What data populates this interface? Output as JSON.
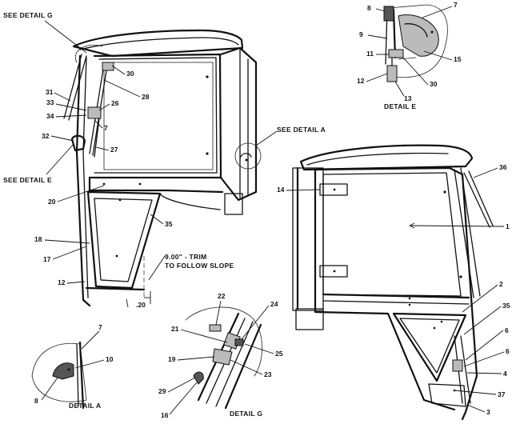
{
  "captions": {
    "see_detail_g": "SEE DETAIL  G",
    "see_detail_e": "SEE DETAIL  E",
    "see_detail_a": "SEE DETAIL  A",
    "detail_e": "DETAIL  E",
    "detail_a": "DETAIL  A",
    "detail_g": "DETAIL  G",
    "trim_line1": "9.00\" - TRIM",
    "trim_line2": "TO FOLLOW SLOPE",
    "dimension": ".20"
  },
  "callouts": {
    "c31": "31",
    "c30": "30",
    "c28": "28",
    "c33": "33",
    "c26": "26",
    "c34": "34",
    "c7a": "7",
    "c32": "32",
    "c27": "27",
    "c20": "20",
    "c35a": "35",
    "c18": "18",
    "c17": "17",
    "c12a": "12",
    "e8": "8",
    "e7": "7",
    "e9": "9",
    "e15": "15",
    "e11": "11",
    "e30": "30",
    "e12": "12",
    "e13": "13",
    "r14": "14",
    "r36": "36",
    "r1": "1",
    "r2": "2",
    "r35": "35",
    "r6a": "6",
    "r6b": "6",
    "r4": "4",
    "r37": "37",
    "r3": "3",
    "a7": "7",
    "a10": "10",
    "a8": "8",
    "g22": "22",
    "g24": "24",
    "g21": "21",
    "g25": "25",
    "g19": "19",
    "g23": "23",
    "g29": "29",
    "g16": "16"
  }
}
